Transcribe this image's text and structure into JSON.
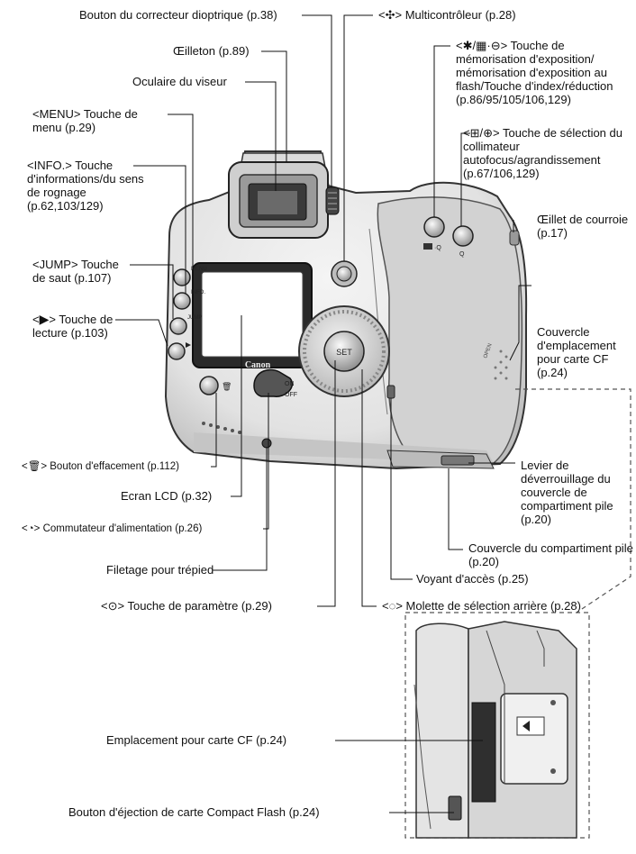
{
  "labels": {
    "dioptric": "Bouton du correcteur dioptrique (p.38)",
    "eyecup": "Œilleton (p.89)",
    "eyepiece": "Oculaire du viseur",
    "menu_pre": "<MENU>",
    "menu_text": " Touche de menu (p.29)",
    "info_pre": "<INFO.>",
    "info_text": " Touche d'informations/du sens de rognage (p.62,103/129)",
    "jump_pre": "<JUMP>",
    "jump_text": " Touche de saut (p.107)",
    "play_pre": "<",
    "play_sym": "▶",
    "play_post": ">",
    "play_text": " Touche de lecture (p.103)",
    "delete": "Bouton d'effacement (p.112)",
    "lcd": "Ecran LCD (p.32)",
    "power": "Commutateur d'alimentation (p.26)",
    "tripod": "Filetage pour trépied",
    "set": "Touche de paramètre (p.29)",
    "multi": "Multicontrôleur (p.28)",
    "ae_lock": "Touche de mémorisation d'exposition/ mémorisation d'exposition au flash/Touche d'index/réduction (p.86/95/105/106,129)",
    "af_point": "Touche de sélection du collimateur autofocus/agrandissement (p.67/106,129)",
    "strap": "Œillet de courroie (p.17)",
    "cf_cover": "Couvercle d'emplacement pour carte CF (p.24)",
    "battery_lever": "Levier de déverrouillage du couvercle de compartiment pile (p.20)",
    "battery_cover": "Couvercle du compartiment pile (p.20)",
    "access_lamp": "Voyant d'accès (p.25)",
    "quick_dial": "Molette de sélection arrière (p.28)",
    "cf_slot": "Emplacement pour carte CF (p.24)",
    "cf_eject": "Bouton d'éjection de carte Compact Flash (p.24)"
  },
  "camera": {
    "brand": "Canon",
    "btn_menu": "MENU",
    "btn_info": "INFO.",
    "btn_jump": "JUMP",
    "btn_set": "SET",
    "switch_on": "ON",
    "switch_off": "OFF",
    "open_mark": "OPEN"
  }
}
